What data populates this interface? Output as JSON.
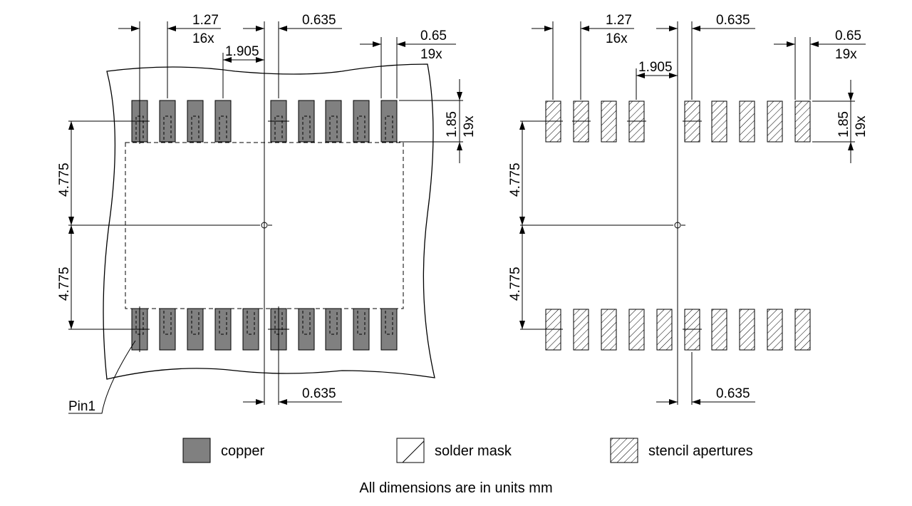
{
  "left_view": {
    "dims": {
      "pitch": "1.27",
      "pitch_count": "16x",
      "offset_top": "0.635",
      "pad_width": "0.65",
      "pad_count_w": "19x",
      "gap": "1.905",
      "pad_height": "1.85",
      "pad_count_h": "19x",
      "row_upper": "4.775",
      "row_lower": "4.775",
      "offset_bottom": "0.635"
    },
    "pin_label": "Pin1"
  },
  "right_view": {
    "dims": {
      "pitch": "1.27",
      "pitch_count": "16x",
      "offset_top": "0.635",
      "pad_width": "0.65",
      "pad_count_w": "19x",
      "gap": "1.905",
      "pad_height": "1.85",
      "pad_count_h": "19x",
      "row_upper": "4.775",
      "row_lower": "4.775",
      "offset_bottom": "0.635"
    }
  },
  "legend": {
    "copper": "copper",
    "solder_mask": "solder mask",
    "stencil": "stencil apertures"
  },
  "colors": {
    "copper": "#808080",
    "line": "#000000"
  },
  "note": "All dimensions are in units mm"
}
